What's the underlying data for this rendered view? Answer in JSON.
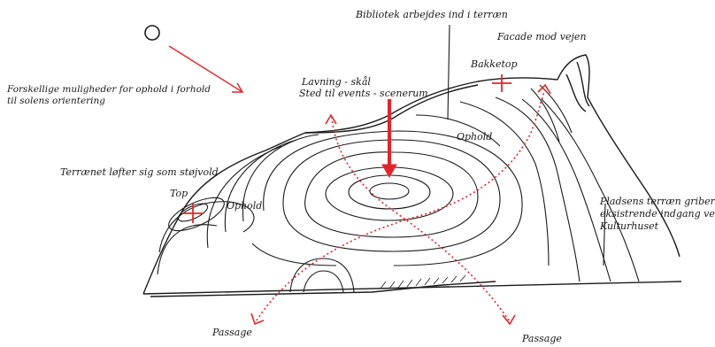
{
  "labels": {
    "library": "Bibliotek arbejdes ind i terræn",
    "facade": "Facade mod vejen",
    "bakketop": "Bakketop",
    "lavning_1": "Lavning - skål",
    "lavning_2": "Sted til events - scenerum",
    "sun_1": "Forskellige muligheder for ophold i forhold",
    "sun_2": "til solens orientering",
    "ophold_right": "Ophold",
    "terraen": "Terrænet løfter sig som støjvold",
    "top": "Top",
    "ophold_left": "Ophold",
    "pladsen_1": "Pladsens terræn griber",
    "pladsen_2": "eksistrende indgang ved",
    "pladsen_3": "Kulturhuset",
    "passage_left": "Passage",
    "passage_right": "Passage"
  },
  "colors": {
    "ink": "#1a1a1a",
    "accent_red": "#e0262b"
  },
  "icons": [
    "sun-icon",
    "sun-direction-arrow-icon",
    "hilltop-cross-icon",
    "top-cross-icon",
    "event-arrow-icon",
    "passage-arrow-icon"
  ]
}
